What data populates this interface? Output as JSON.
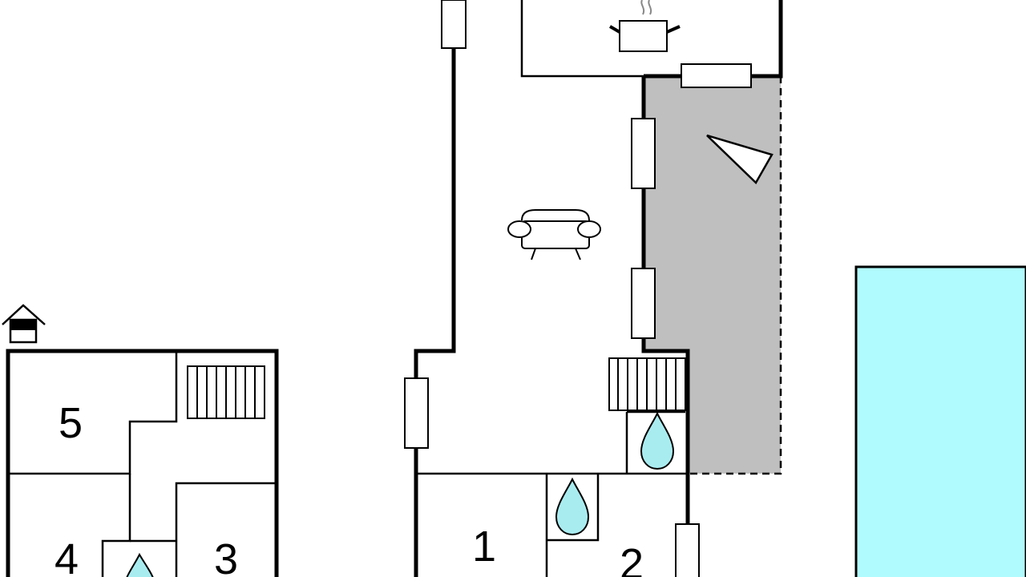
{
  "floorplan": {
    "rooms": [
      {
        "id": "room-5",
        "label": "5"
      },
      {
        "id": "room-4",
        "label": "4"
      },
      {
        "id": "room-3",
        "label": "3"
      },
      {
        "id": "room-1",
        "label": "1"
      },
      {
        "id": "room-2",
        "label": "2"
      }
    ],
    "icons": [
      "kitchen-pot-icon",
      "sofa-icon",
      "house-icon",
      "triangle-icon",
      "stairs-icon",
      "water-drop-icon"
    ],
    "colors": {
      "terrace": "#bfbfbf",
      "pool": "#b0fbfd",
      "water_drop": "#a9ecf0",
      "wall": "#000000"
    }
  }
}
